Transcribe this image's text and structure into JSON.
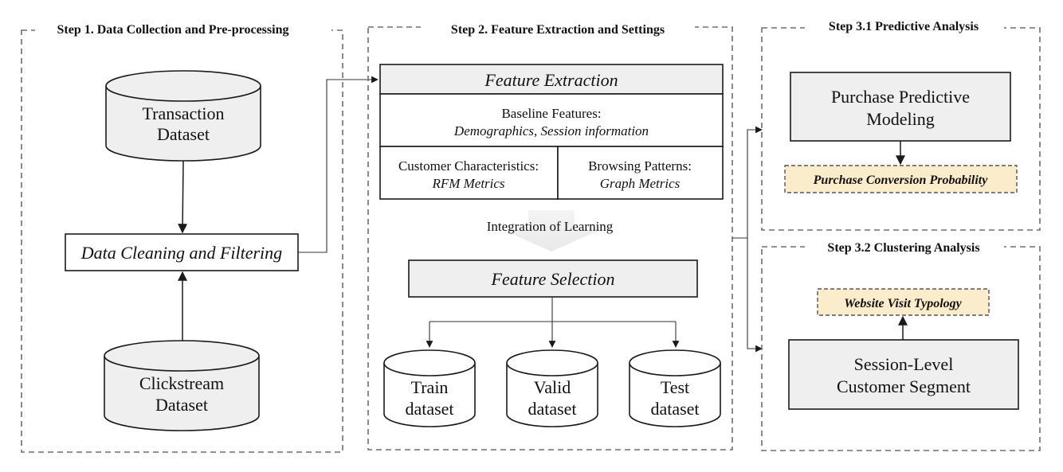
{
  "figure": {
    "steps": [
      {
        "id": "step1",
        "title": "Step 1. Data Collection and Pre-processing",
        "nodes": {
          "transaction_dataset": [
            "Transaction",
            "Dataset"
          ],
          "data_cleaning": "Data Cleaning and Filtering",
          "clickstream_dataset": [
            "Clickstream",
            "Dataset"
          ]
        }
      },
      {
        "id": "step2",
        "title": "Step 2. Feature Extraction and Settings",
        "feature_extraction": {
          "header": "Feature Extraction",
          "baseline": {
            "title": "Baseline Features:",
            "detail": "Demographics, Session information"
          },
          "customer": {
            "title": "Customer Characteristics:",
            "detail": "RFM Metrics"
          },
          "browsing": {
            "title": "Browsing Patterns:",
            "detail": "Graph Metrics"
          }
        },
        "integration_label": "Integration of Learning",
        "feature_selection": "Feature Selection",
        "datasets": [
          [
            "Train",
            "dataset"
          ],
          [
            "Valid",
            "dataset"
          ],
          [
            "Test",
            "dataset"
          ]
        ]
      },
      {
        "id": "step3_1",
        "title": "Step 3.1 Predictive Analysis",
        "model": [
          "Purchase Predictive",
          "Modeling"
        ],
        "output": "Purchase Conversion Probability"
      },
      {
        "id": "step3_2",
        "title": "Step 3.2 Clustering Analysis",
        "model": [
          "Session-Level",
          "Customer Segment"
        ],
        "output": "Website Visit Typology"
      }
    ],
    "colors": {
      "box_fill": "#efefef",
      "output_fill": "#fbeccb",
      "panel_border": "#6e6e6e"
    }
  }
}
